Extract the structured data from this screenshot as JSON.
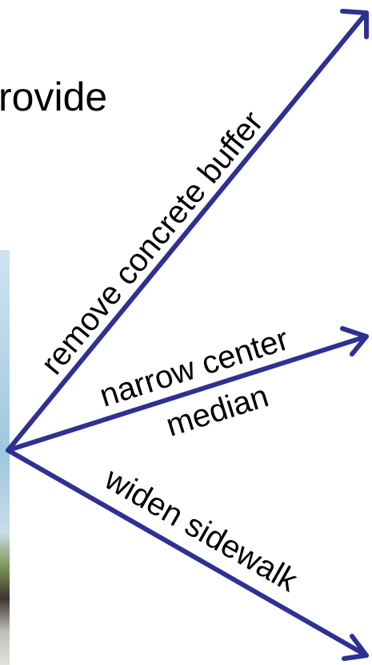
{
  "headline": "rovide",
  "arrows": {
    "top": "remove concrete buffer",
    "middle_line1": "narrow center",
    "middle_line2": "median",
    "bottom": "widen sidewalk"
  },
  "colors": {
    "arrow": "#2e3192",
    "text": "#000000"
  }
}
